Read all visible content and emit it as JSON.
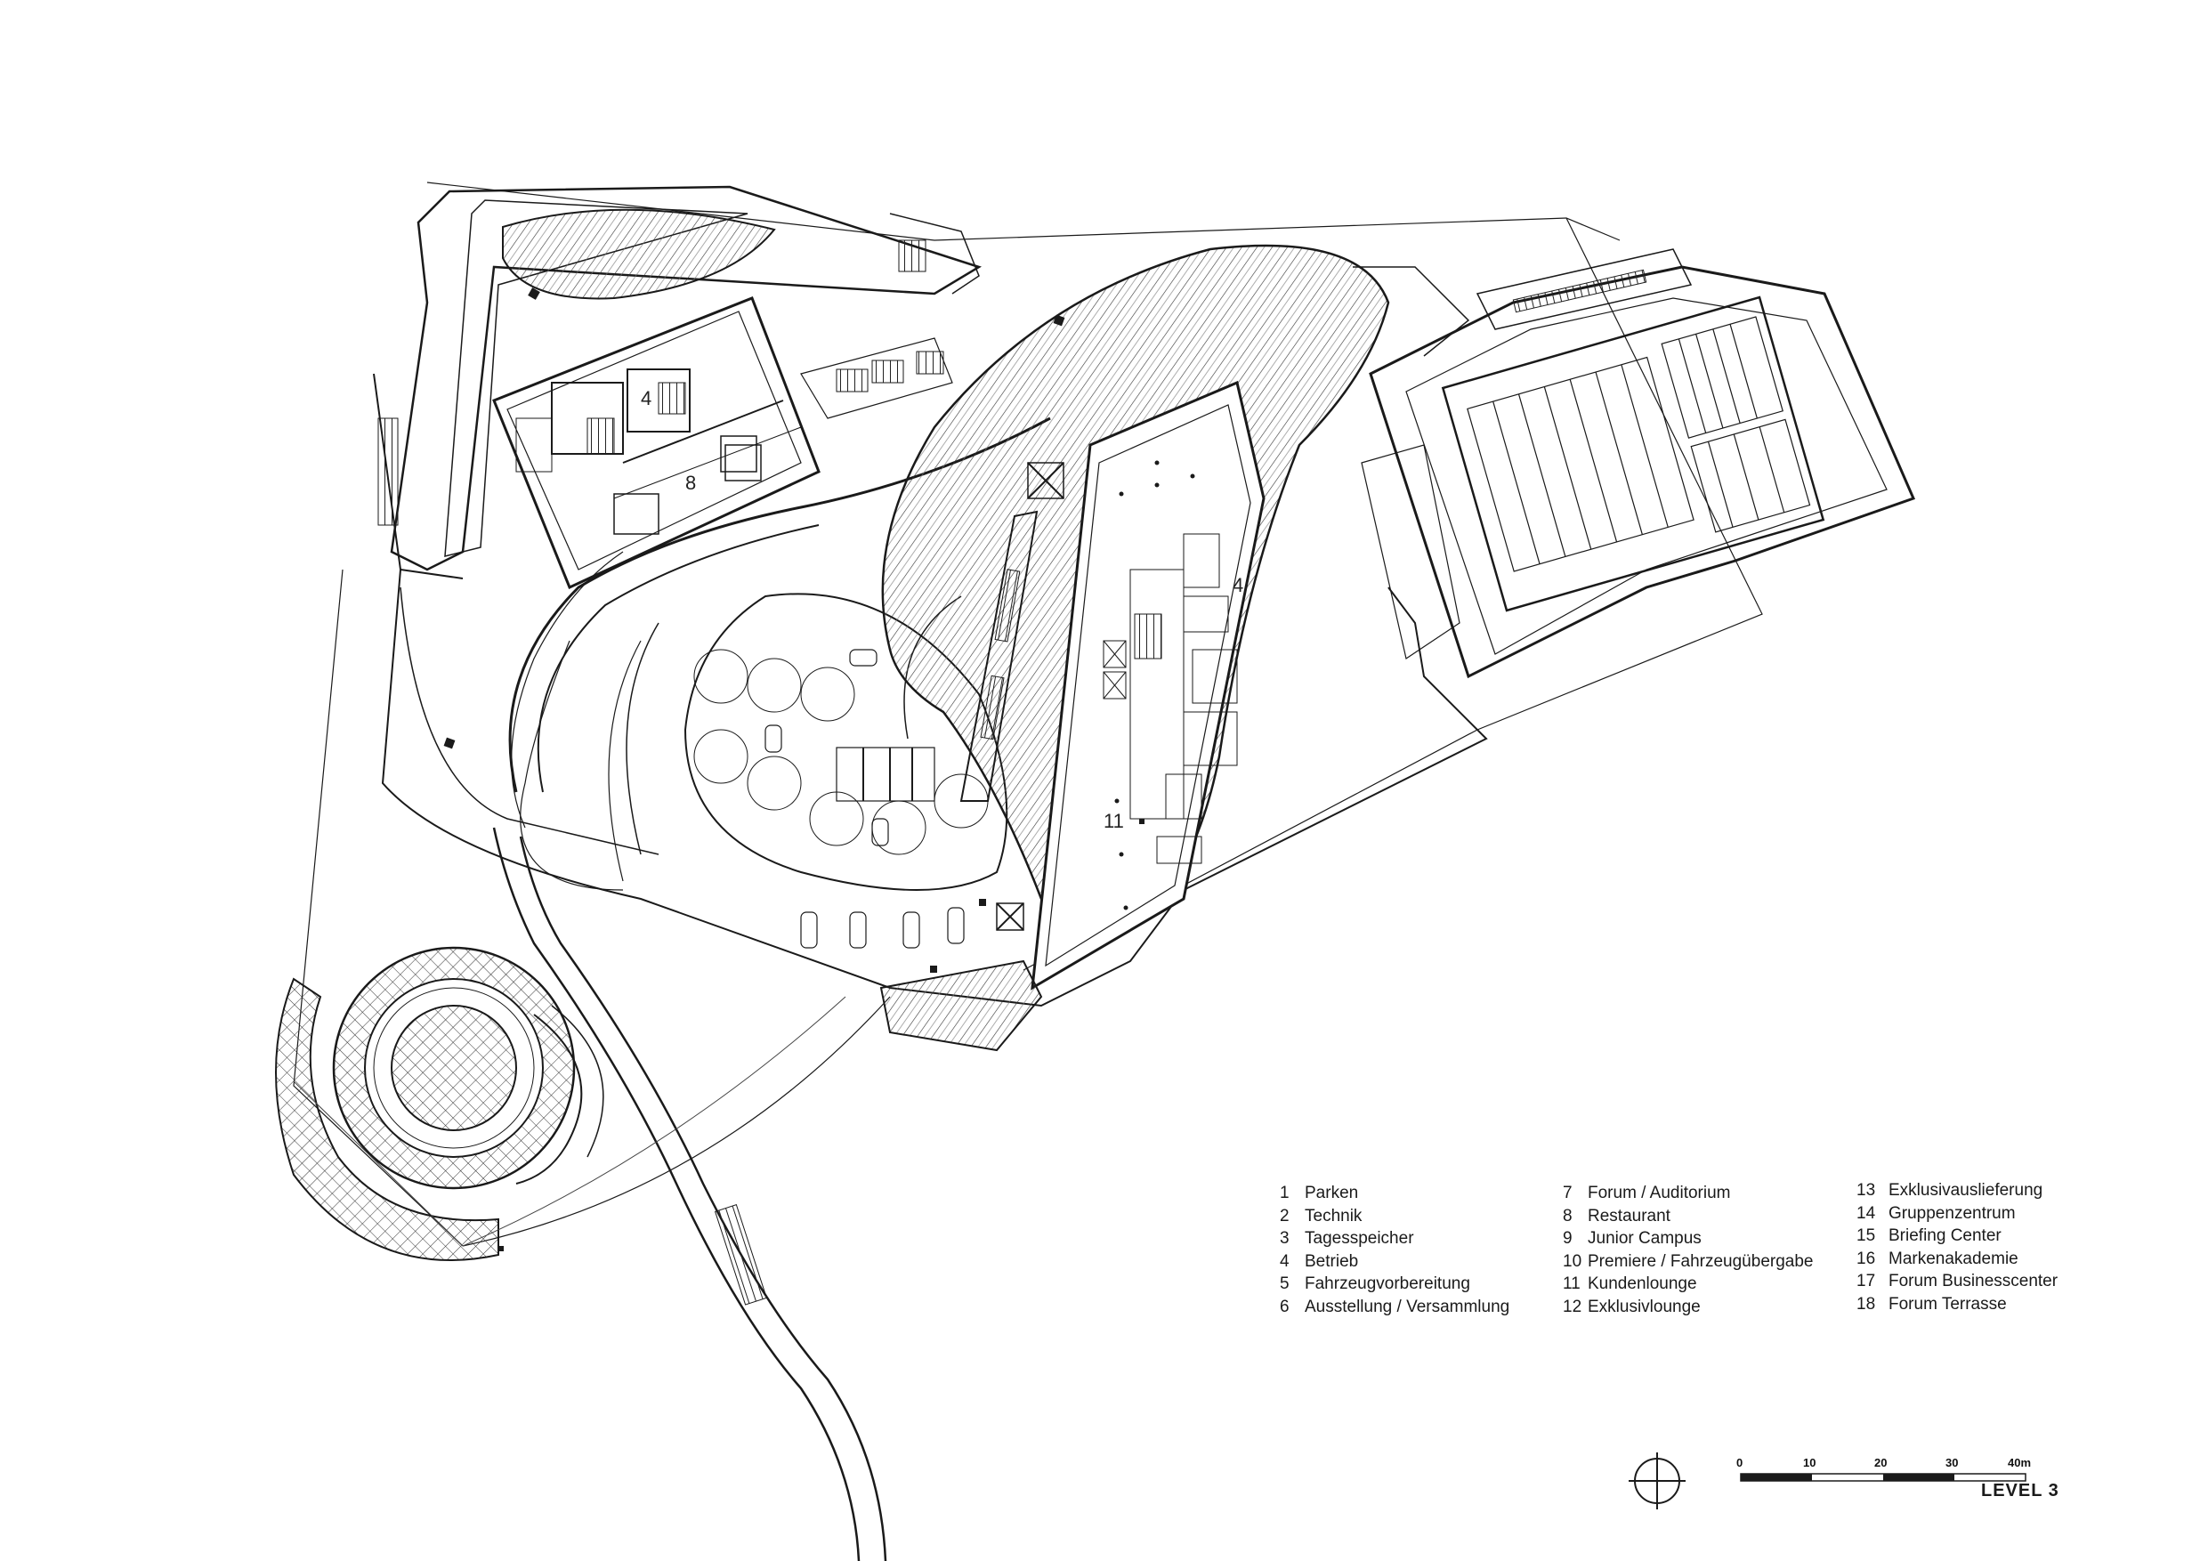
{
  "plan": {
    "room_numbers": [
      "4",
      "8",
      "4",
      "11"
    ]
  },
  "legend": {
    "col1": [
      {
        "num": "1",
        "label": "Parken"
      },
      {
        "num": "2",
        "label": "Technik"
      },
      {
        "num": "3",
        "label": "Tagesspeicher"
      },
      {
        "num": "4",
        "label": "Betrieb"
      },
      {
        "num": "5",
        "label": "Fahrzeugvorbereitung"
      },
      {
        "num": "6",
        "label": "Ausstellung / Versammlung"
      }
    ],
    "col2": [
      {
        "num": "7",
        "label": "Forum / Auditorium"
      },
      {
        "num": "8",
        "label": "Restaurant"
      },
      {
        "num": "9",
        "label": "Junior Campus"
      },
      {
        "num": "10",
        "label": "Premiere / Fahrzeugübergabe"
      },
      {
        "num": "11",
        "label": "Kundenlounge"
      },
      {
        "num": "12",
        "label": "Exklusivlounge"
      }
    ],
    "col3": [
      {
        "num": "13",
        "label": "Exklusivauslieferung"
      },
      {
        "num": "14",
        "label": "Gruppenzentrum"
      },
      {
        "num": "15",
        "label": "Briefing Center"
      },
      {
        "num": "16",
        "label": "Markenakademie"
      },
      {
        "num": "17",
        "label": "Forum Businesscenter"
      },
      {
        "num": "18",
        "label": "Forum Terrasse"
      }
    ]
  },
  "scale_bar": {
    "ticks": [
      "0",
      "10",
      "20",
      "30",
      "40m"
    ]
  },
  "level_label": "LEVEL 3"
}
